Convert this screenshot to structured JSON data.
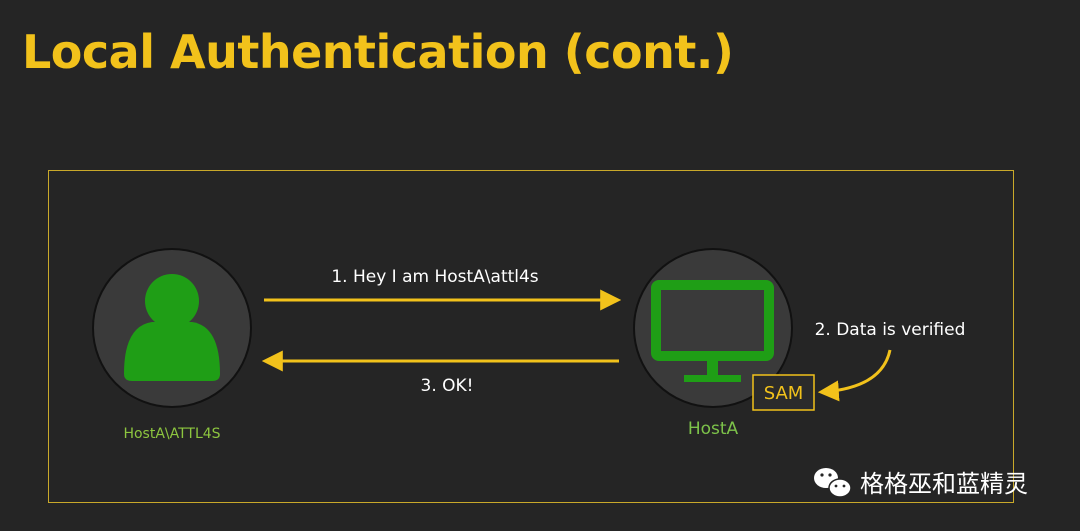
{
  "title": "Local Authentication (cont.)",
  "diagram": {
    "user_label": "HostA\\ATTL4S",
    "host_label": "HostA",
    "sam_label": "SAM",
    "step1": "1. Hey I am HostA\\attl4s",
    "step2": "2. Data is verified",
    "step3": "3. OK!"
  },
  "watermark": {
    "text": "格格巫和蓝精灵",
    "icon": "wechat-icon"
  },
  "colors": {
    "title": "#f2c21b",
    "accent_green": "#1f9e16",
    "arrow": "#f2c21b",
    "user_label": "#8dc63f",
    "host_label": "#7dc34a",
    "frame_border": "#c9a92a",
    "text": "#ffffff",
    "background": "#252525"
  }
}
